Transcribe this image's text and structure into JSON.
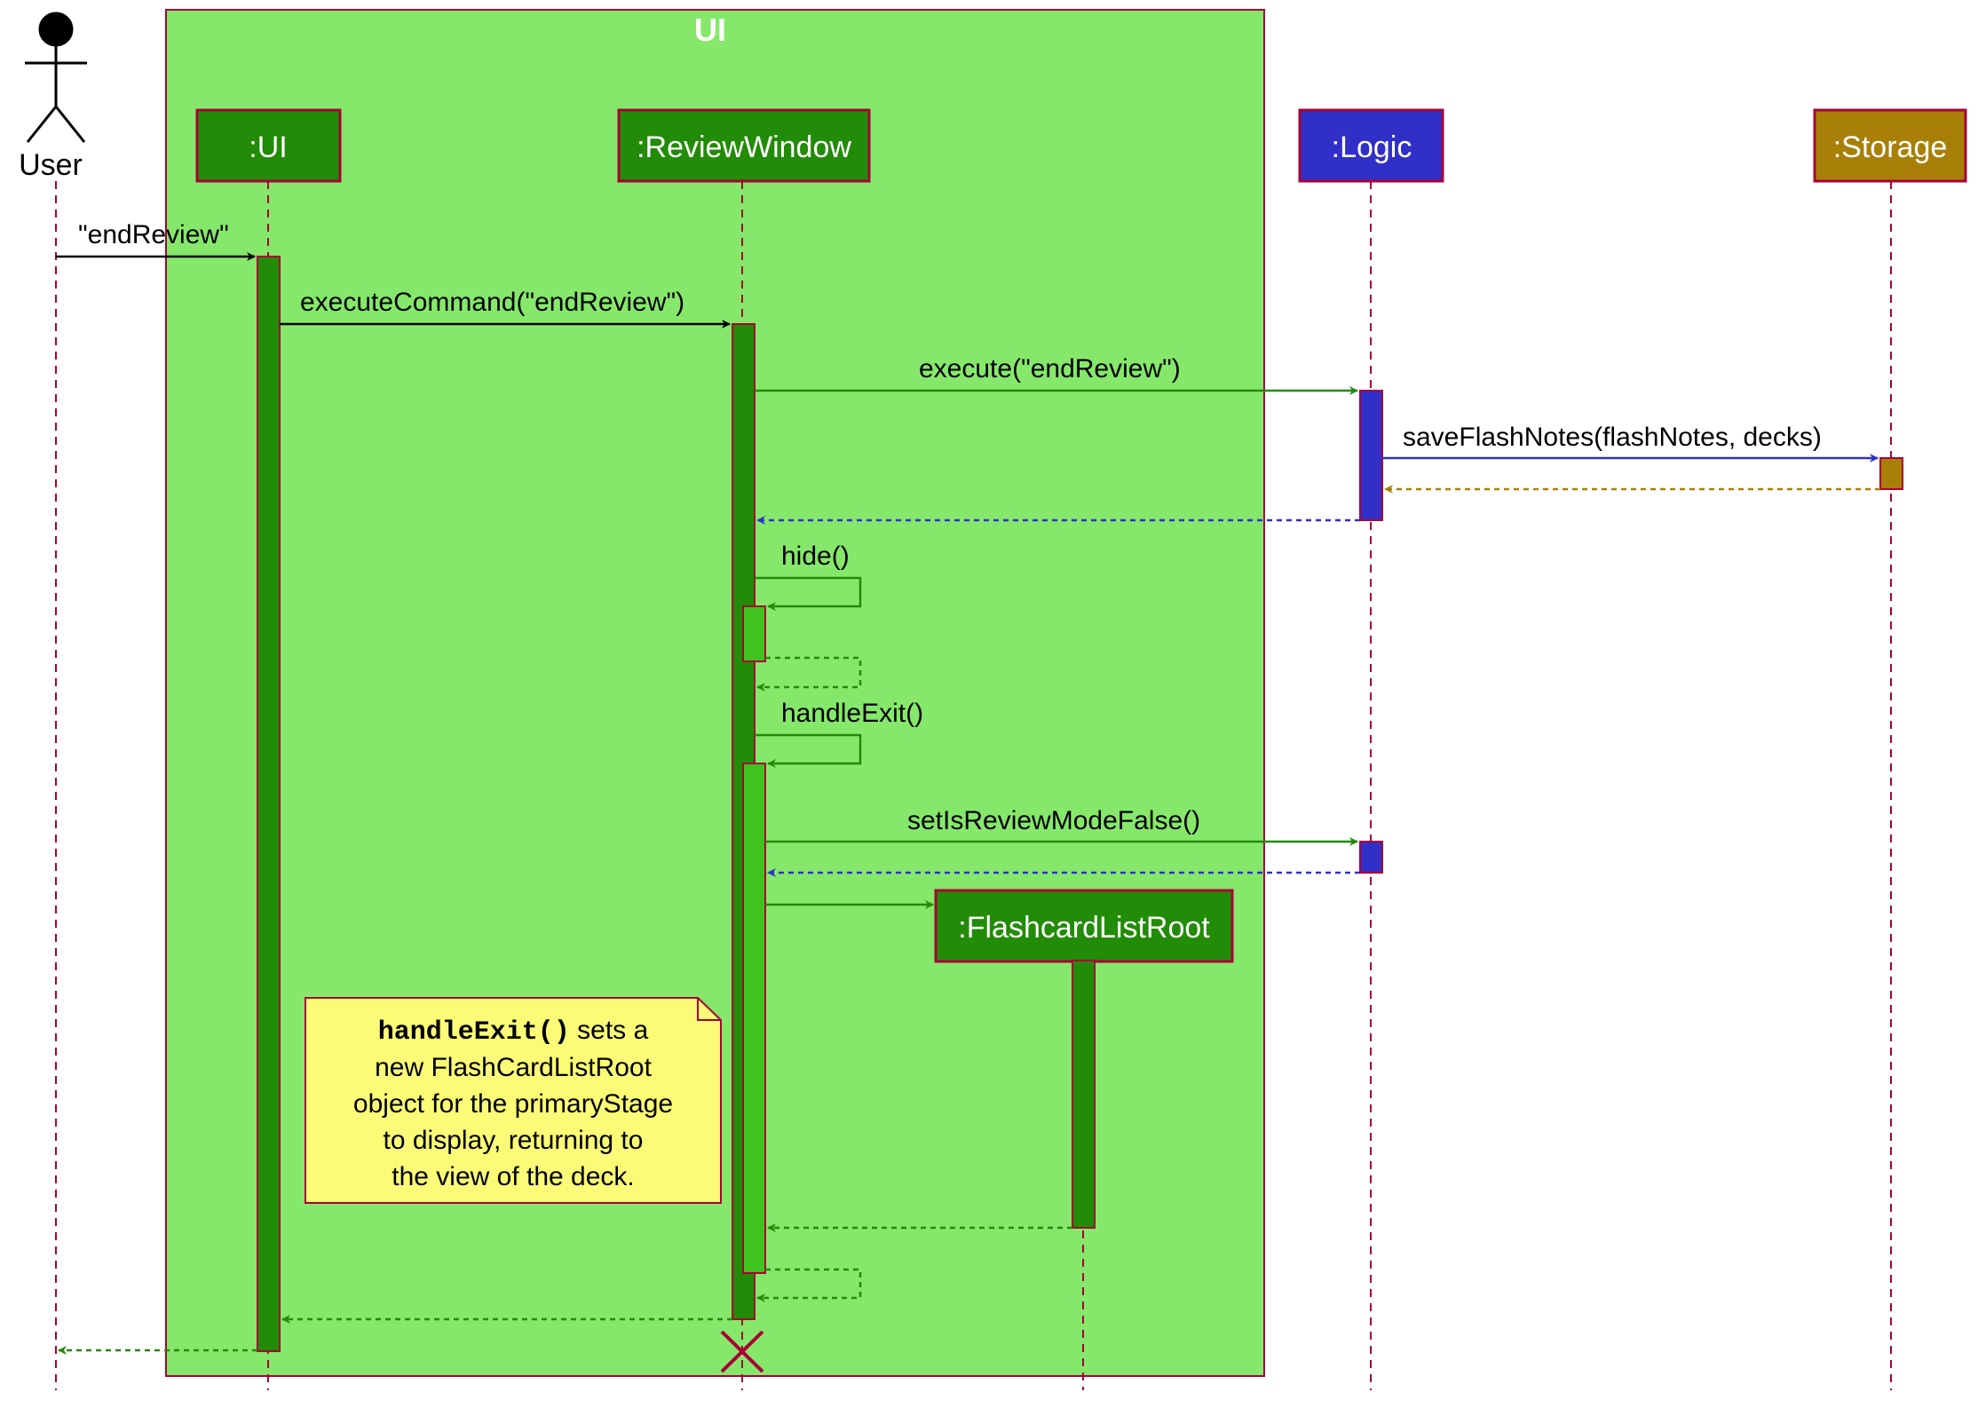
{
  "colors": {
    "ui_boundary_fill": "#85e86b",
    "ui_boundary_stroke": "#a80036",
    "ui_component": "#228b08",
    "logic": "#3030c8",
    "storage": "#a88008",
    "activation_light": "#3fc41f",
    "note_fill": "#fbfb77",
    "lifeline": "#a80036"
  },
  "boundary": {
    "title": "UI"
  },
  "actor": {
    "name": "User"
  },
  "participants": {
    "ui": ":UI",
    "review_window": ":ReviewWindow",
    "logic": ":Logic",
    "storage": ":Storage",
    "flashcard_list_root": ":FlashcardListRoot"
  },
  "messages": {
    "end_review": "\"endReview\"",
    "execute_command": "executeCommand(\"endReview\")",
    "execute": "execute(\"endReview\")",
    "save_flash_notes": "saveFlashNotes(flashNotes, decks)",
    "hide": "hide()",
    "handle_exit": "handleExit()",
    "set_is_review_mode_false": "setIsReviewModeFalse()"
  },
  "note": {
    "code": "handleExit()",
    "line1_rest": " sets a",
    "line2": "new FlashCardListRoot",
    "line3": "object for the primaryStage",
    "line4": "to display, returning to",
    "line5": "the view of the deck."
  }
}
